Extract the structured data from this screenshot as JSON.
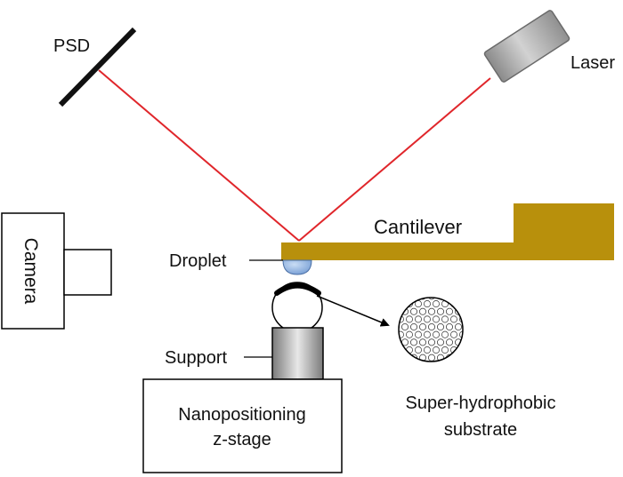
{
  "labels": {
    "psd": "PSD",
    "laser": "Laser",
    "cantilever": "Cantilever",
    "droplet": "Droplet",
    "camera": "Camera",
    "support": "Support",
    "stage_line1": "Nanopositioning",
    "stage_line2": "z-stage",
    "substrate_line1": "Super-hydrophobic",
    "substrate_line2": "substrate"
  },
  "colors": {
    "laser_beam": "#e0262b",
    "cantilever": "#b8900c",
    "droplet": "#8fb4e3",
    "outline": "#000000"
  }
}
